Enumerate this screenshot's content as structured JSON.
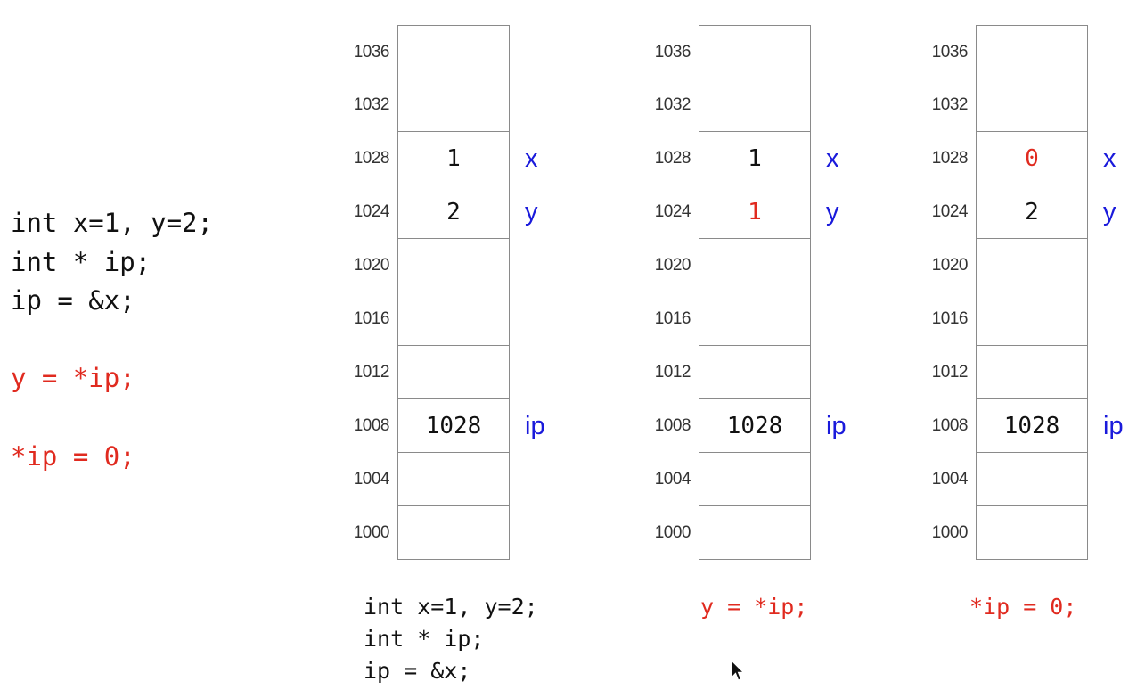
{
  "colors": {
    "code_default": "#111111",
    "highlight": "#e02a1f",
    "var_label": "#1a1adb"
  },
  "left_code": {
    "lines": [
      {
        "text": "int x=1, y=2;",
        "color": "#111111"
      },
      {
        "text": "int * ip;",
        "color": "#111111"
      },
      {
        "text": "ip = &x;",
        "color": "#111111"
      },
      {
        "text": "y = *ip;",
        "color": "#e02a1f"
      },
      {
        "text": "*ip = 0;",
        "color": "#e02a1f"
      }
    ]
  },
  "memory_panels": [
    {
      "cells": [
        {
          "address": "1036",
          "value": "",
          "color": "#111111",
          "var": ""
        },
        {
          "address": "1032",
          "value": "",
          "color": "#111111",
          "var": ""
        },
        {
          "address": "1028",
          "value": "1",
          "color": "#111111",
          "var": "x"
        },
        {
          "address": "1024",
          "value": "2",
          "color": "#111111",
          "var": "y"
        },
        {
          "address": "1020",
          "value": "",
          "color": "#111111",
          "var": ""
        },
        {
          "address": "1016",
          "value": "",
          "color": "#111111",
          "var": ""
        },
        {
          "address": "1012",
          "value": "",
          "color": "#111111",
          "var": ""
        },
        {
          "address": "1008",
          "value": "1028",
          "color": "#111111",
          "var": "ip"
        },
        {
          "address": "1004",
          "value": "",
          "color": "#111111",
          "var": ""
        },
        {
          "address": "1000",
          "value": "",
          "color": "#111111",
          "var": ""
        }
      ],
      "caption": [
        {
          "text": "int x=1, y=2;",
          "color": "#111111"
        },
        {
          "text": "int * ip;",
          "color": "#111111"
        },
        {
          "text": "ip = &x;",
          "color": "#111111"
        }
      ]
    },
    {
      "cells": [
        {
          "address": "1036",
          "value": "",
          "color": "#111111",
          "var": ""
        },
        {
          "address": "1032",
          "value": "",
          "color": "#111111",
          "var": ""
        },
        {
          "address": "1028",
          "value": "1",
          "color": "#111111",
          "var": "x"
        },
        {
          "address": "1024",
          "value": "1",
          "color": "#e02a1f",
          "var": "y"
        },
        {
          "address": "1020",
          "value": "",
          "color": "#111111",
          "var": ""
        },
        {
          "address": "1016",
          "value": "",
          "color": "#111111",
          "var": ""
        },
        {
          "address": "1012",
          "value": "",
          "color": "#111111",
          "var": ""
        },
        {
          "address": "1008",
          "value": "1028",
          "color": "#111111",
          "var": "ip"
        },
        {
          "address": "1004",
          "value": "",
          "color": "#111111",
          "var": ""
        },
        {
          "address": "1000",
          "value": "",
          "color": "#111111",
          "var": ""
        }
      ],
      "caption": [
        {
          "text": "y = *ip;",
          "color": "#e02a1f"
        }
      ]
    },
    {
      "cells": [
        {
          "address": "1036",
          "value": "",
          "color": "#111111",
          "var": ""
        },
        {
          "address": "1032",
          "value": "",
          "color": "#111111",
          "var": ""
        },
        {
          "address": "1028",
          "value": "0",
          "color": "#e02a1f",
          "var": "x"
        },
        {
          "address": "1024",
          "value": "2",
          "color": "#111111",
          "var": "y"
        },
        {
          "address": "1020",
          "value": "",
          "color": "#111111",
          "var": ""
        },
        {
          "address": "1016",
          "value": "",
          "color": "#111111",
          "var": ""
        },
        {
          "address": "1012",
          "value": "",
          "color": "#111111",
          "var": ""
        },
        {
          "address": "1008",
          "value": "1028",
          "color": "#111111",
          "var": "ip"
        },
        {
          "address": "1004",
          "value": "",
          "color": "#111111",
          "var": ""
        },
        {
          "address": "1000",
          "value": "",
          "color": "#111111",
          "var": ""
        }
      ],
      "caption": [
        {
          "text": "*ip = 0;",
          "color": "#e02a1f"
        }
      ]
    }
  ]
}
